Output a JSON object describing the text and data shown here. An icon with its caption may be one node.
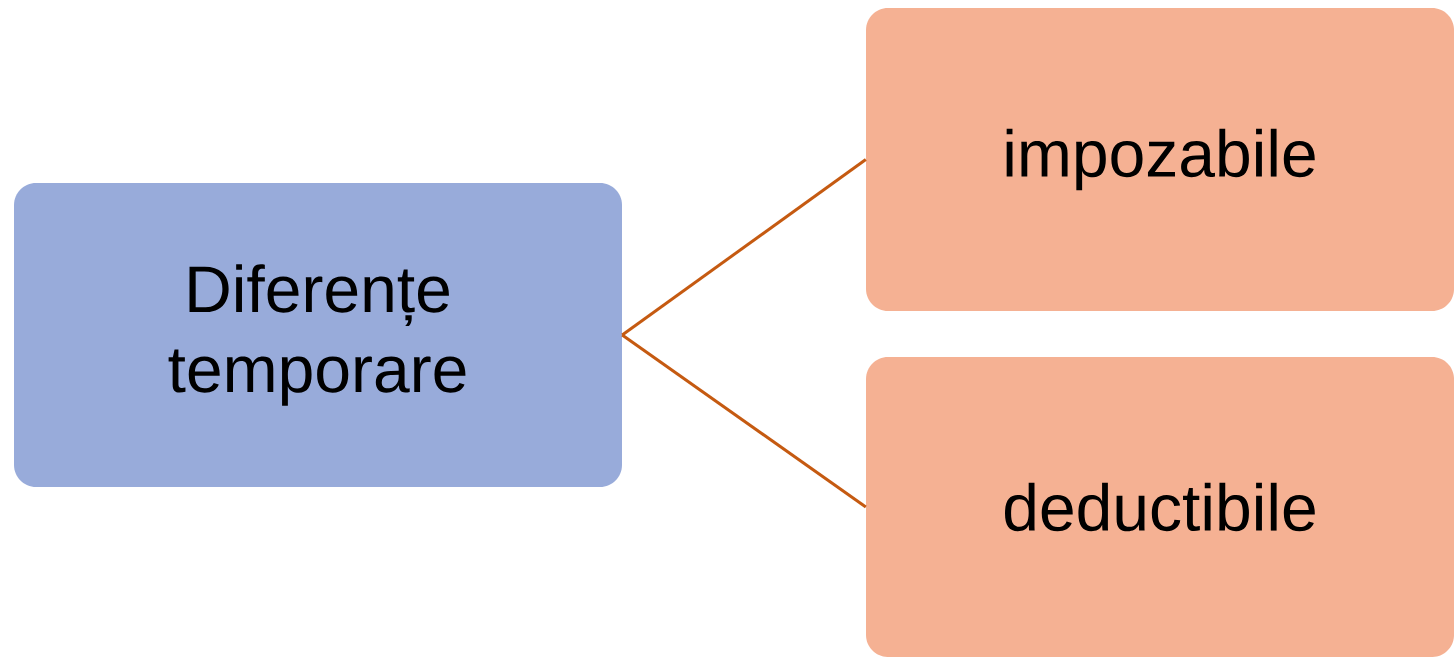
{
  "diagram": {
    "nodes": [
      {
        "text": [
          "Diferențe temporare"
        ]
      },
      {
        "text": [
          "impozabile"
        ]
      },
      {
        "text": [
          "deductibile"
        ]
      }
    ],
    "edges": [
      {
        "from": 0,
        "to": 1,
        "arrow": "none"
      },
      {
        "from": 0,
        "to": 2,
        "arrow": "none"
      }
    ]
  }
}
